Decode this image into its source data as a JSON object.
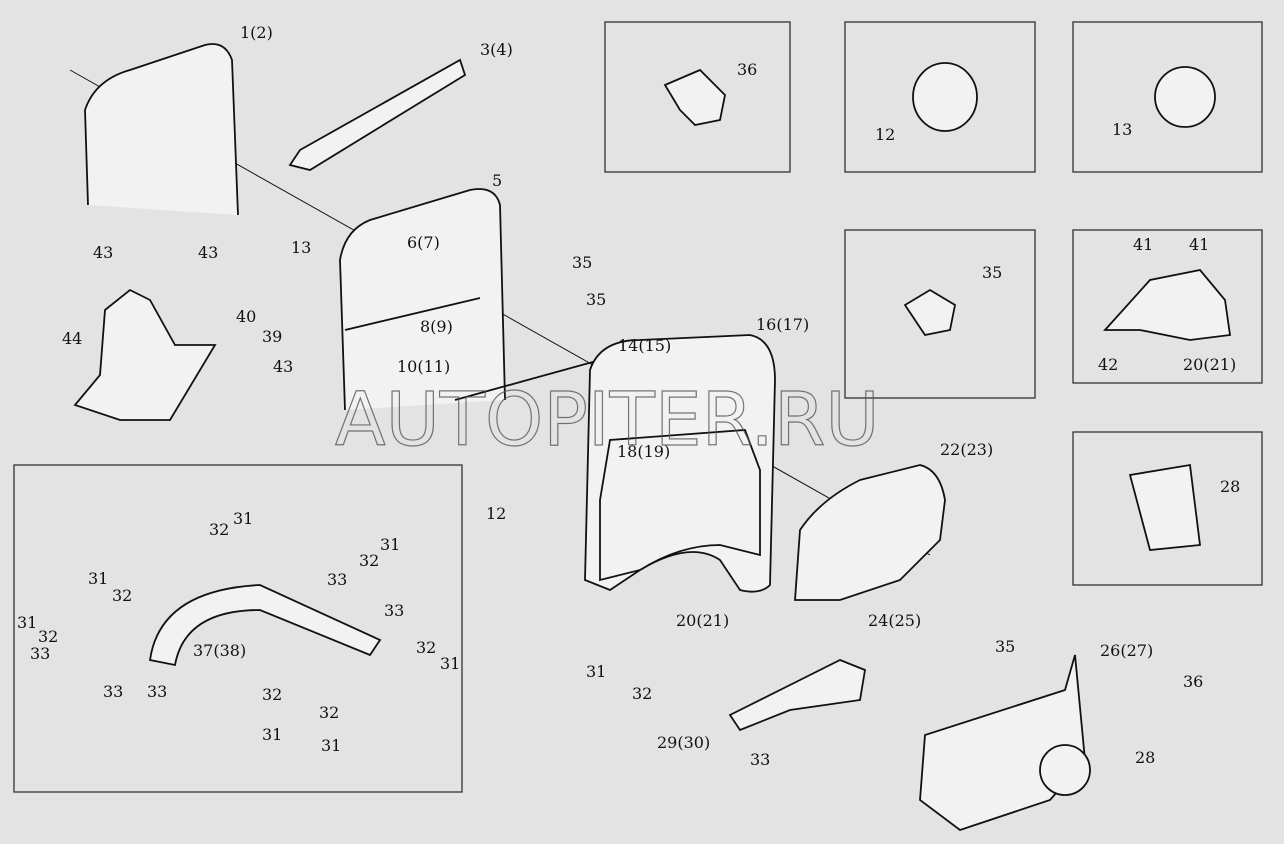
{
  "watermark": "AUTOPITER.RU",
  "callouts": [
    "1(2)",
    "3(4)",
    "5",
    "6(7)",
    "13",
    "35",
    "35",
    "8(9)",
    "10(11)",
    "14(15)",
    "16(17)",
    "43",
    "43",
    "40",
    "39",
    "44",
    "43",
    "36",
    "12",
    "13",
    "35",
    "41",
    "41",
    "42",
    "20(21)",
    "28",
    "22(23)",
    "18(19)",
    "12",
    "20(21)",
    "24(25)",
    "35",
    "26(27)",
    "36",
    "28",
    "31",
    "32",
    "29(30)",
    "33",
    "31",
    "32",
    "31",
    "32",
    "31",
    "32",
    "31",
    "32",
    "33",
    "33",
    "33",
    "37(38)",
    "32",
    "31",
    "33",
    "33",
    "32",
    "32",
    "31",
    "31"
  ]
}
